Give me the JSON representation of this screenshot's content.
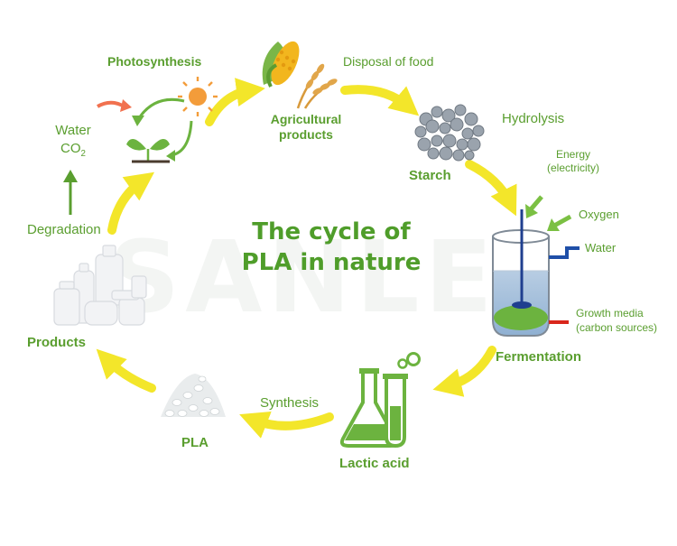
{
  "title_line1": "The cycle of",
  "title_line2": "PLA in nature",
  "watermark": "SANLE",
  "labels": {
    "photosynthesis": "Photosynthesis",
    "disposal": "Disposal of food",
    "agri_line1": "Agricultural",
    "agri_line2": "products",
    "hydrolysis": "Hydrolysis",
    "water_top": "Water",
    "co2_main": "CO",
    "co2_sub": "2",
    "starch": "Starch",
    "energy_line1": "Energy",
    "energy_line2": "(electricity)",
    "oxygen": "Oxygen",
    "water_right": "Water",
    "degradation": "Degradation",
    "growth_line1": "Growth media",
    "growth_line2": "(carbon sources)",
    "products": "Products",
    "fermentation": "Fermentation",
    "synthesis": "Synthesis",
    "pla": "PLA",
    "lactic": "Lactic acid"
  },
  "colors": {
    "text_green": "#5a9e2f",
    "arrow_yellow": "#f3e62a",
    "leaf_green": "#6cb33f",
    "sun_orange": "#f39c3a",
    "water_blue": "#1f4fa8",
    "media_red": "#d9261c"
  }
}
